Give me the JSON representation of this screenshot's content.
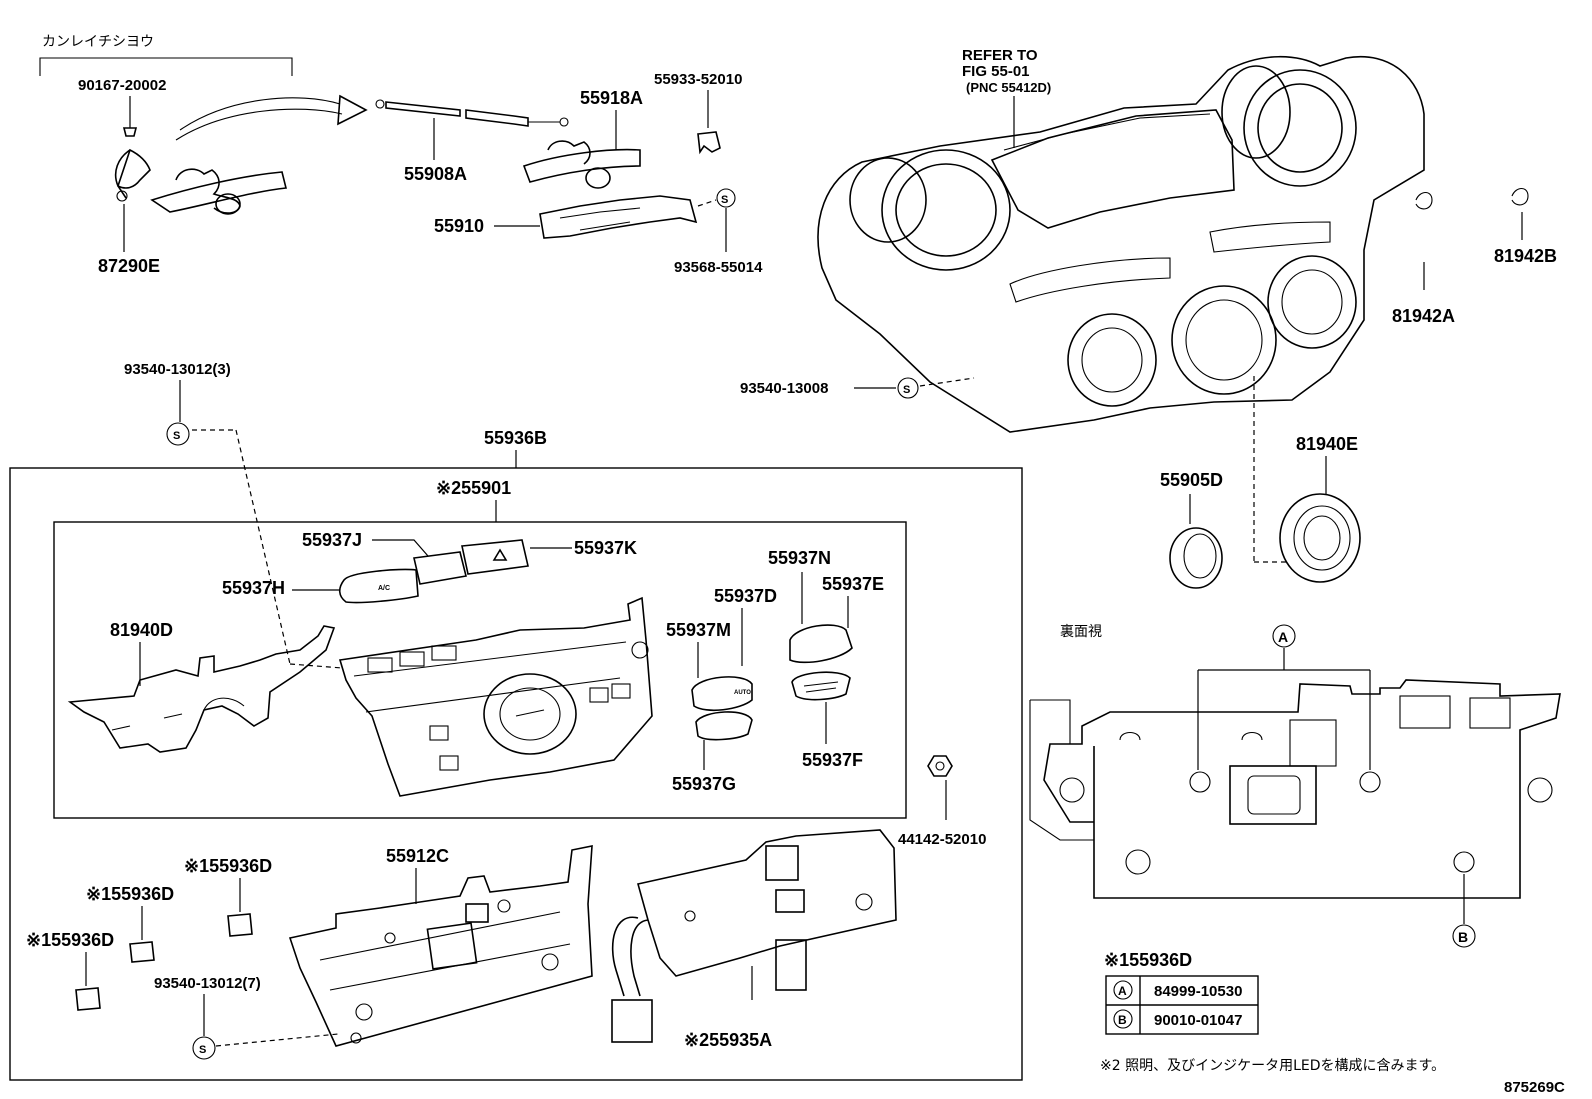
{
  "labels": {
    "kanreichi": "カンレイチシヨウ",
    "p90167": "90167-20002",
    "p87290E": "87290E",
    "p55908A": "55908A",
    "p55918A": "55918A",
    "p55933": "55933-52010",
    "p55910": "55910",
    "p93568": "93568-55014",
    "refer1": "REFER TO",
    "refer2": "FIG 55-01",
    "refer3": "(PNC 55412D)",
    "p81942B": "81942B",
    "p81942A": "81942A",
    "p93540_13008": "93540-13008",
    "p93540_13012_3": "93540-13012(3)",
    "p55936B": "55936B",
    "p55901": "※255901",
    "p55937J": "55937J",
    "p55937K": "55937K",
    "p55937H": "55937H",
    "p81940D": "81940D",
    "p55937N": "55937N",
    "p55937D": "55937D",
    "p55937E": "55937E",
    "p55937M": "55937M",
    "p55937G": "55937G",
    "p55937F": "55937F",
    "p81940E": "81940E",
    "p55905D": "55905D",
    "p44142": "44142-52010",
    "p55912C": "55912C",
    "p55936D_1": "※155936D",
    "p55936D_2": "※155936D",
    "p55936D_3": "※155936D",
    "p93540_13012_7": "93540-13012(7)",
    "p55935A": "※255935A",
    "rear_view": "裏面視",
    "marker_a": "A",
    "marker_b": "B",
    "screw_s": "S",
    "btn_ac": "A/C",
    "btn_auto": "AUTO"
  },
  "legend": {
    "title": "※155936D",
    "rows": [
      {
        "key": "A",
        "part": "84999-10530"
      },
      {
        "key": "B",
        "part": "90010-01047"
      }
    ]
  },
  "footnote": "※2 照明、及びインジケータ用LEDを構成に含みます。",
  "diagram_id": "875269C"
}
